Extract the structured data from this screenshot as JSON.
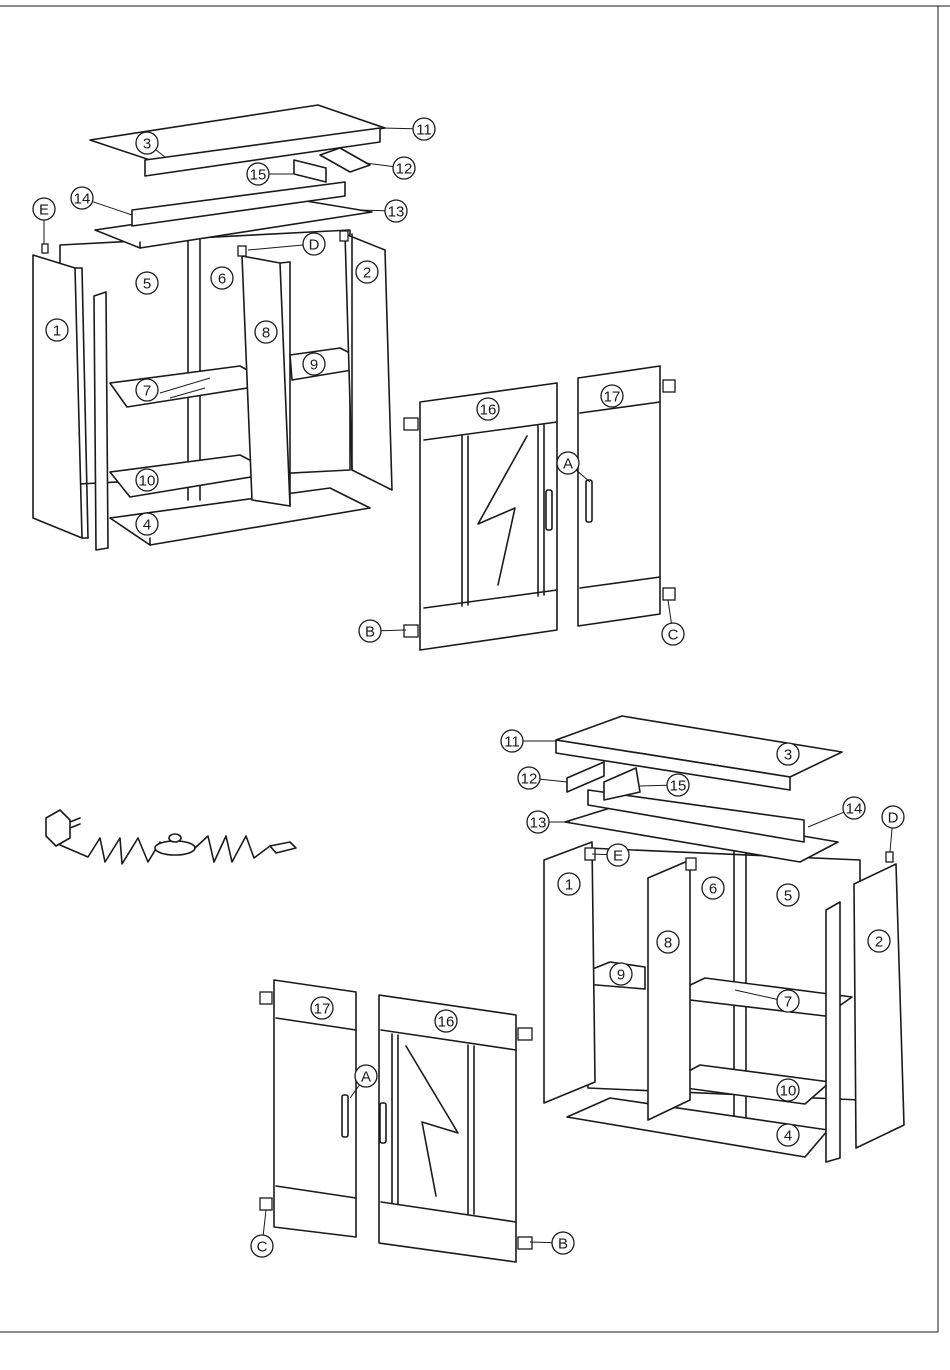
{
  "part_labels": {
    "p1": "1",
    "p2": "2",
    "p3": "3",
    "p4": "4",
    "p5": "5",
    "p6": "6",
    "p7": "7",
    "p8": "8",
    "p9": "9",
    "p10": "10",
    "p11": "11",
    "p12": "12",
    "p13": "13",
    "p14": "14",
    "p15": "15",
    "p16": "16",
    "p17": "17"
  },
  "hardware_labels": {
    "A": "A",
    "B": "B",
    "C": "C",
    "D": "D",
    "E": "E"
  }
}
